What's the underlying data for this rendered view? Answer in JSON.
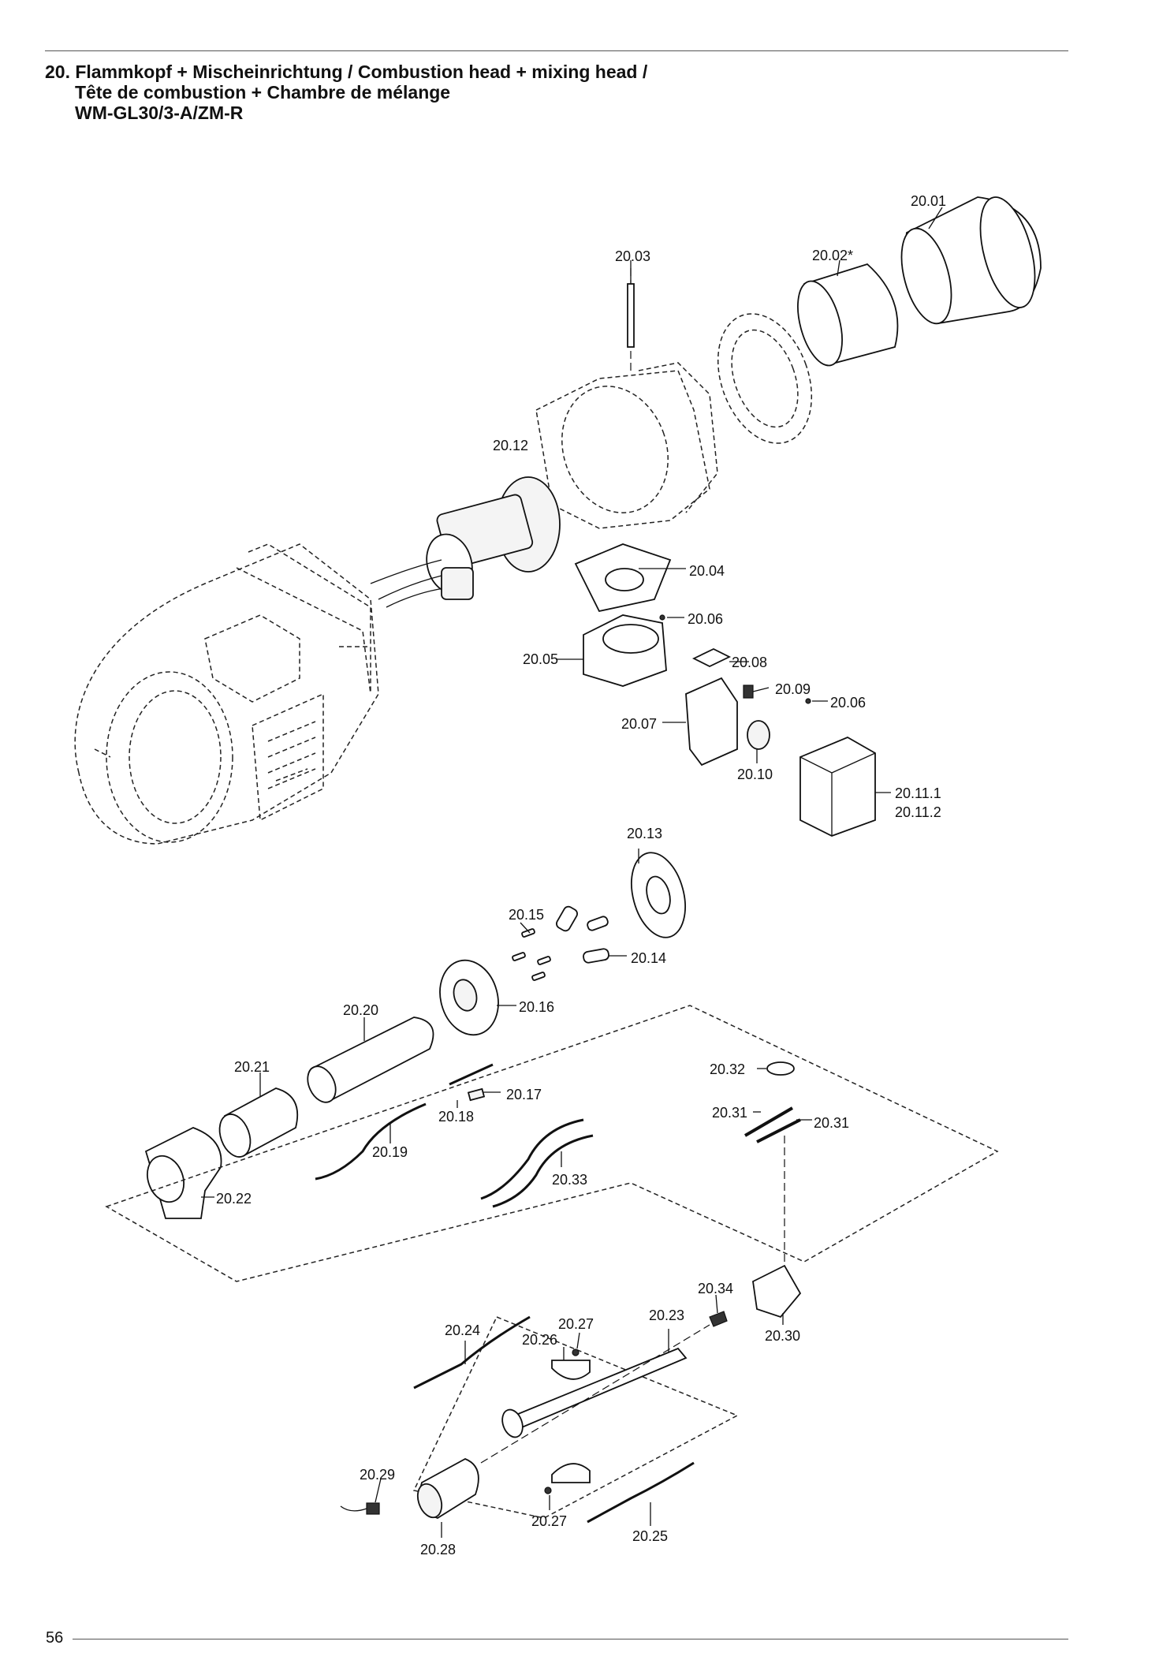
{
  "header": {
    "title_lines": [
      "20. Flammkopf + Mischeinrichtung / Combustion head + mixing head /",
      "Tête de combustion + Chambre de mélange",
      "WM-GL30/3-A/ZM-R"
    ]
  },
  "footer": {
    "page_number": "56"
  },
  "labels": {
    "p20_01": "20.01",
    "p20_02": "20.02*",
    "p20_03": "20.03",
    "p20_04": "20.04",
    "p20_05": "20.05",
    "p20_06a": "20.06",
    "p20_06b": "20.06",
    "p20_07": "20.07",
    "p20_08": "20.08",
    "p20_09": "20.09",
    "p20_10": "20.10",
    "p20_11_1": "20.11.1",
    "p20_11_2": "20.11.2",
    "p20_12": "20.12",
    "p20_13": "20.13",
    "p20_14": "20.14",
    "p20_15": "20.15",
    "p20_16": "20.16",
    "p20_17": "20.17",
    "p20_18": "20.18",
    "p20_19": "20.19",
    "p20_20": "20.20",
    "p20_21": "20.21",
    "p20_22": "20.22",
    "p20_23": "20.23",
    "p20_24": "20.24",
    "p20_25": "20.25",
    "p20_26": "20.26",
    "p20_27a": "20.27",
    "p20_27b": "20.27",
    "p20_28": "20.28",
    "p20_29": "20.29",
    "p20_30": "20.30",
    "p20_31a": "20.31",
    "p20_31b": "20.31",
    "p20_32": "20.32",
    "p20_33": "20.33",
    "p20_34": "20.34"
  }
}
